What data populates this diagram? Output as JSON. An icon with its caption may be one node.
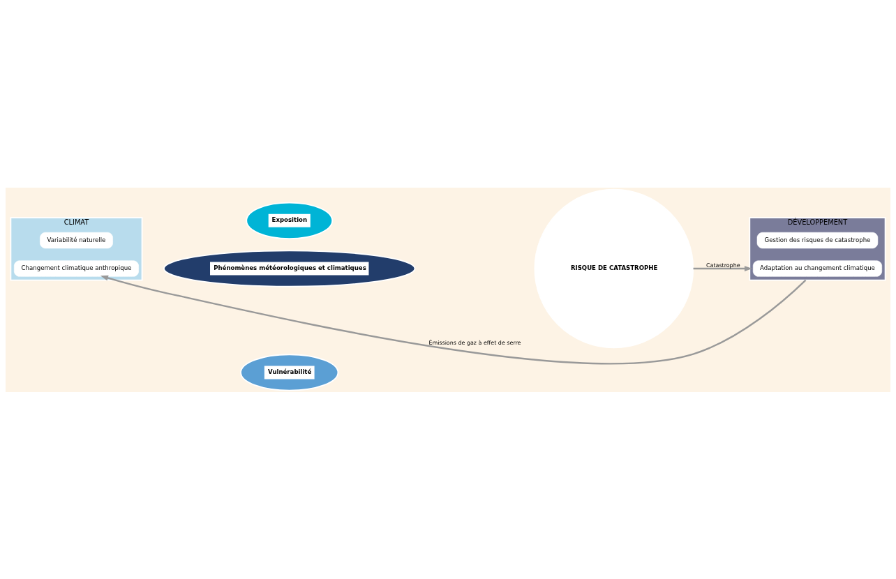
{
  "diagram": {
    "nodes": [
      {
        "text": [
          "CLIMAT"
        ]
      },
      {
        "text": [
          "Variabilité naturelle"
        ],
        "in": 0
      },
      {
        "text": [
          "Changement climatique anthropique"
        ],
        "in": 0
      },
      {
        "text": [
          "DÉVELOPPEMENT"
        ]
      },
      {
        "text": [
          "Gestion des risques de catastrophe"
        ],
        "in": 3
      },
      {
        "text": [
          "Adaptation au changement climatique"
        ],
        "in": 3
      },
      {
        "text": [
          "Phénomènes météorologiques et climatiques"
        ]
      },
      {
        "text": [
          "Vulnérabilité"
        ]
      },
      {
        "text": [
          "Exposition"
        ]
      },
      {
        "text": [
          "RISQUE DE CATASTROPHE"
        ]
      }
    ],
    "edges": [
      {
        "from": 9,
        "to": 3,
        "arrow": "to",
        "label": "Catastrophe"
      },
      {
        "from": 3,
        "to": 2,
        "arrow": "to",
        "label": "Émissions de gaz à effet de serre"
      }
    ]
  }
}
